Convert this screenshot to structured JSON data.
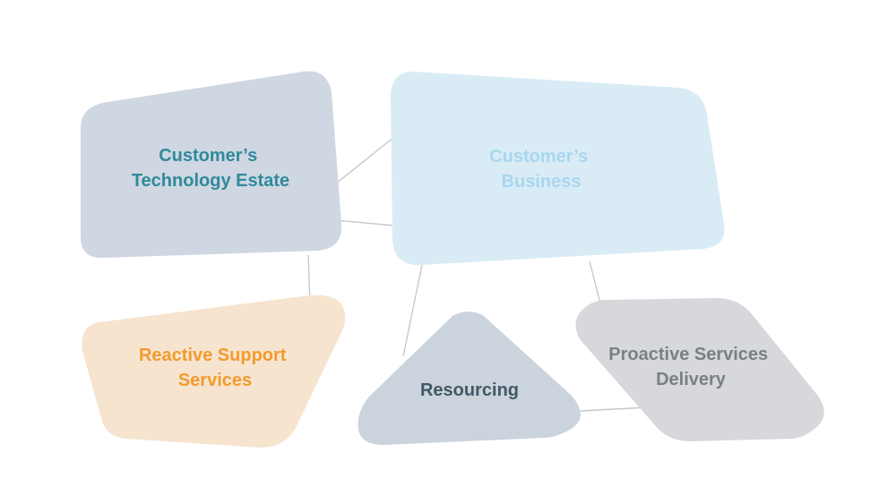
{
  "nodes": {
    "technology_estate": {
      "line1": "Customer’s",
      "line2": "Technology Estate",
      "fill": "#cfd7e2",
      "text_color": "#2f8a9a"
    },
    "business": {
      "line1": "Customer’s",
      "line2": "Business",
      "fill": "#d9ecf6",
      "text_color": "#a8d6ee"
    },
    "reactive_support": {
      "line1": "Reactive Support",
      "line2": "Services",
      "fill": "#f6e4cf",
      "text_color": "#f39a2c"
    },
    "resourcing": {
      "line1": "Resourcing",
      "fill": "#cbd3dc",
      "text_color": "#425866"
    },
    "proactive_services": {
      "line1": "Proactive Services",
      "line2": "Delivery",
      "fill": "#d6d8dc",
      "text_color": "#7b7f85"
    }
  },
  "connector_color": "#c6c8cb"
}
